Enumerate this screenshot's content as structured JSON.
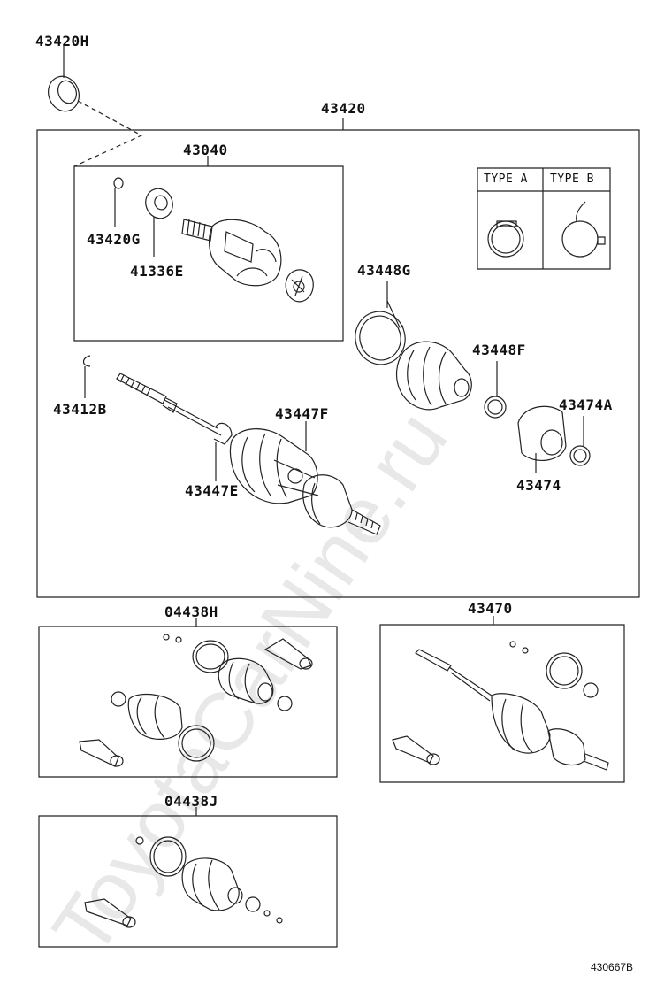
{
  "watermark": "ToyotaCarNine.ru",
  "parts": {
    "p43420H": "43420H",
    "p43420": "43420",
    "p43040": "43040",
    "p43420G": "43420G",
    "p41336E": "41336E",
    "p43448G": "43448G",
    "p43448F": "43448F",
    "p43474A": "43474A",
    "p43474": "43474",
    "p43412B": "43412B",
    "p43447F": "43447F",
    "p43447E": "43447E",
    "p04438H": "04438H",
    "p43470": "43470",
    "p04438J": "04438J"
  },
  "type_box": {
    "type_a": "TYPE A",
    "type_b": "TYPE B"
  },
  "reference": "430667B"
}
